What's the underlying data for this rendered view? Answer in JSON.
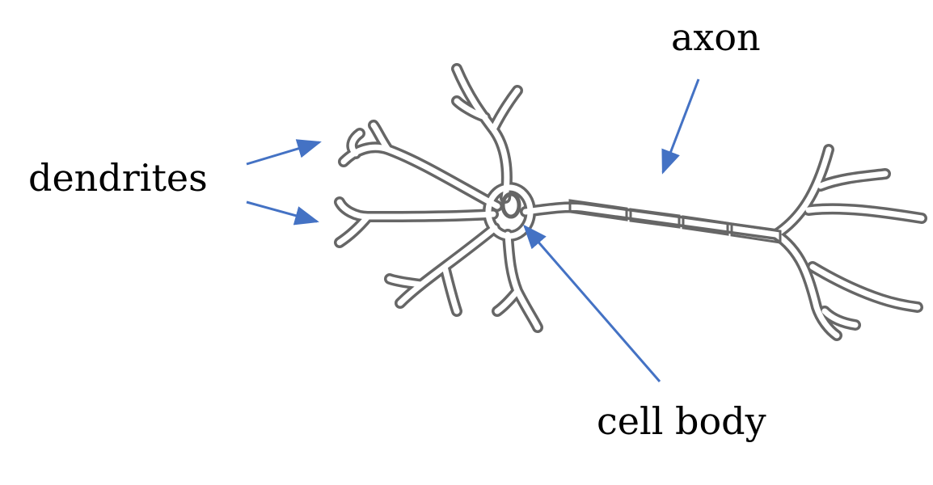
{
  "labels": {
    "dendrites": "dendrites",
    "axon": "axon",
    "cell_body": "cell body"
  },
  "colors": {
    "neuron": "#666666",
    "arrow": "#4472c4",
    "background": "#ffffff",
    "text": "#000000"
  }
}
